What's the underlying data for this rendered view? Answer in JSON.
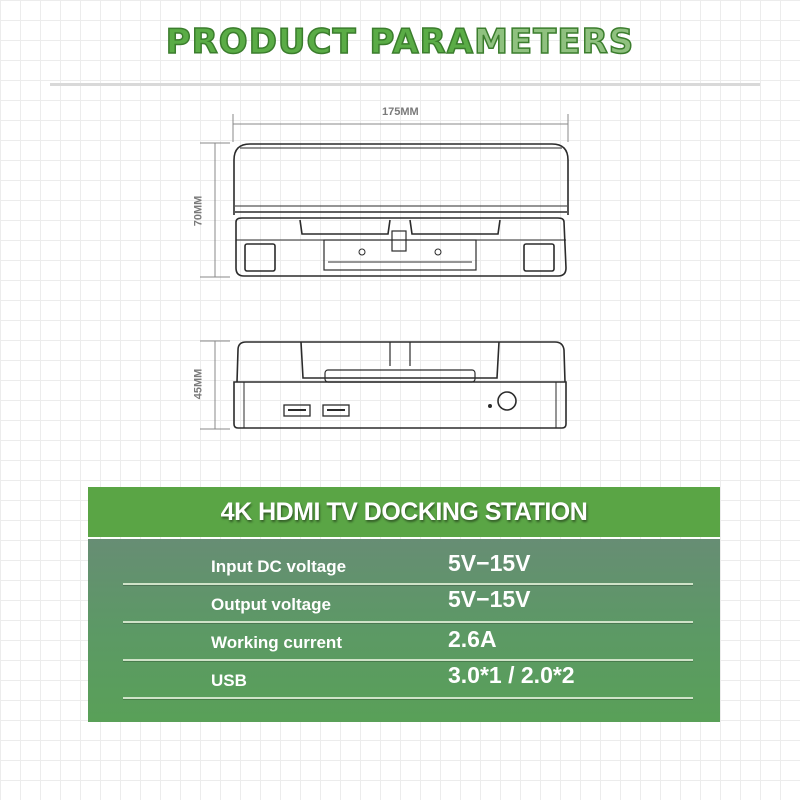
{
  "header": {
    "title_part1": "PRODUCT PARA",
    "title_part2": "METERS"
  },
  "diagram": {
    "front_view": {
      "width_label": "175MM",
      "height_label": "70MM"
    },
    "side_view": {
      "height_label": "45MM",
      "usb_ports": 2,
      "power_button": true
    }
  },
  "spec_table": {
    "title": "4K HDMI TV DOCKING STATION",
    "rows": [
      {
        "label": "Input DC voltage",
        "value": "5V−15V"
      },
      {
        "label": "Output voltage",
        "value": "5V−15V"
      },
      {
        "label": "Working current",
        "value": "2.6A"
      },
      {
        "label": "USB",
        "value": "3.0*1 / 2.0*2"
      }
    ]
  },
  "colors": {
    "brand_green": "#5aa545",
    "title_green": "#5aac46",
    "title_light_green": "#8fc17f",
    "panel_top": "#678d74",
    "panel_bottom": "#59a058"
  }
}
